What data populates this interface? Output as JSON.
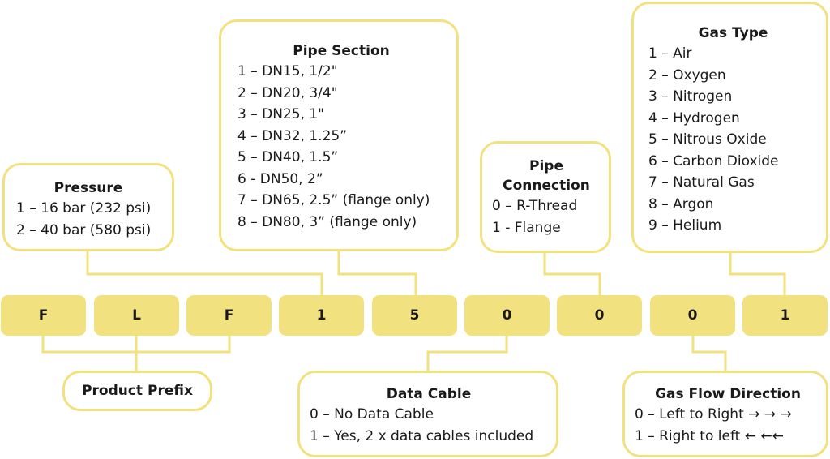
{
  "code_segments": [
    "F",
    "L",
    "F",
    "1",
    "5",
    "0",
    "0",
    "0",
    "1"
  ],
  "pressure": {
    "title": "Pressure",
    "items": [
      "1 – 16 bar (232 psi)",
      "2 – 40 bar (580 psi)"
    ]
  },
  "pipe_section": {
    "title": "Pipe Section",
    "items": [
      "1 – DN15, 1/2\"",
      "2 – DN20, 3/4\"",
      "3 – DN25, 1\"",
      "4 – DN32, 1.25”",
      "5 – DN40, 1.5”",
      "6 - DN50, 2”",
      "7 – DN65, 2.5” (flange only)",
      "8 – DN80, 3” (flange only)"
    ]
  },
  "pipe_connection": {
    "title_line1": "Pipe",
    "title_line2": "Connection",
    "items": [
      "0 – R-Thread",
      "1 - Flange"
    ]
  },
  "gas_type": {
    "title": "Gas Type",
    "items": [
      "1 – Air",
      "2 – Oxygen",
      "3 – Nitrogen",
      "4 – Hydrogen",
      "5 – Nitrous Oxide",
      "6 – Carbon Dioxide",
      "7 – Natural Gas",
      "8 – Argon",
      "9 – Helium"
    ]
  },
  "product_prefix": {
    "title": "Product Prefix"
  },
  "data_cable": {
    "title": "Data Cable",
    "items": [
      "0 – No Data Cable",
      "1 – Yes, 2 x data cables included"
    ]
  },
  "gas_flow_direction": {
    "title": "Gas Flow Direction",
    "items": [
      "0 – Left to Right → → →",
      "1 – Right to left ← ←←"
    ]
  },
  "colors": {
    "accent": "#f2e27f",
    "box_border": "#f2e27f",
    "text": "#1a1a1a"
  }
}
